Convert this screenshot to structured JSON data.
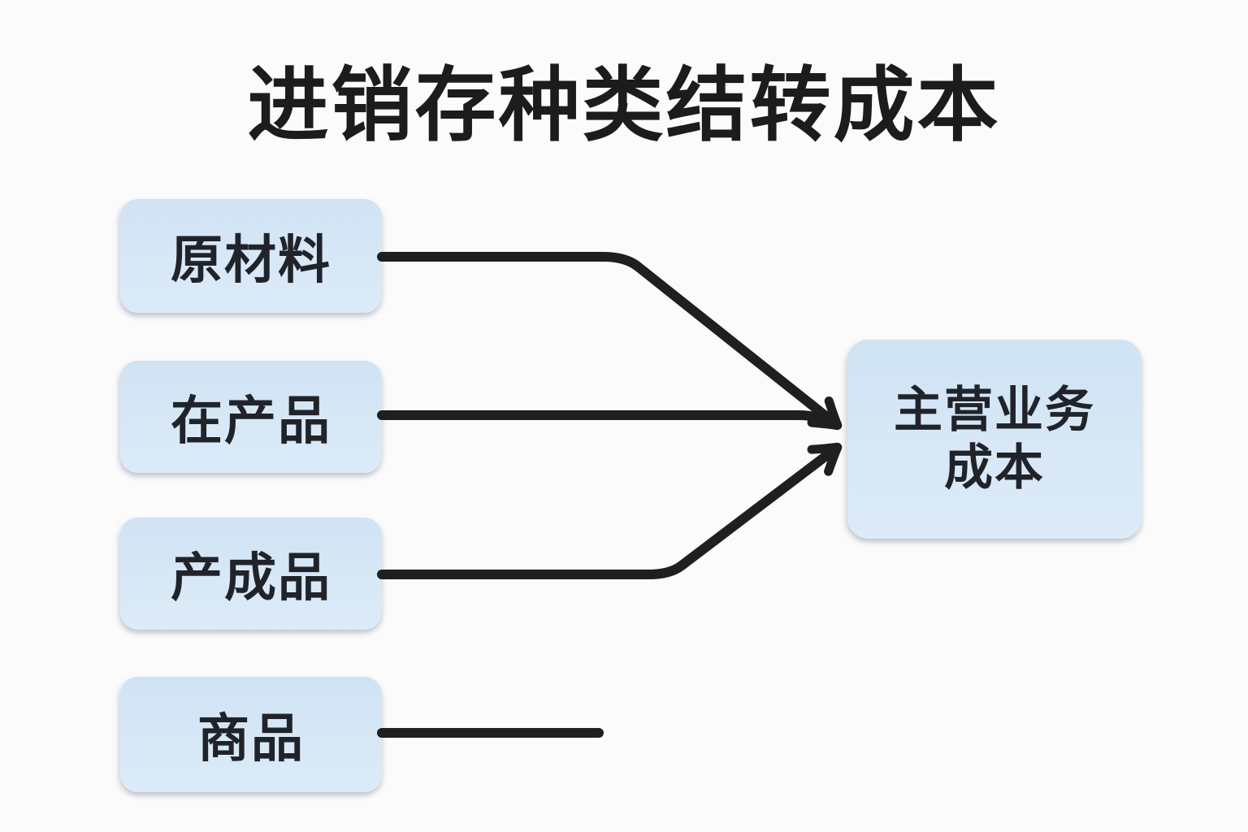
{
  "title": "进销存种类结转成本",
  "nodes": [
    {
      "id": "raw-materials",
      "label": "原材料"
    },
    {
      "id": "work-in-progress",
      "label": "在产品"
    },
    {
      "id": "finished-goods",
      "label": "产成品"
    },
    {
      "id": "merchandise",
      "label": "商品"
    }
  ],
  "target": {
    "id": "main-business-cost",
    "label_line1": "主营业务",
    "label_line2": "成本"
  },
  "edges": [
    {
      "from": "原材料",
      "to": "主营业务成本",
      "style": "elbow-down-arrow"
    },
    {
      "from": "在产品",
      "to": "主营业务成本",
      "style": "straight-arrow"
    },
    {
      "from": "产成品",
      "to": "主营业务成本",
      "style": "elbow-up-arrow"
    },
    {
      "from": "商品",
      "to": "",
      "style": "truncated-line-no-arrowhead"
    }
  ],
  "colors": {
    "background": "#fbfbfb",
    "box_fill": "#d5e7f6",
    "text": "#1e1e1e",
    "line": "#1f1f1f"
  }
}
